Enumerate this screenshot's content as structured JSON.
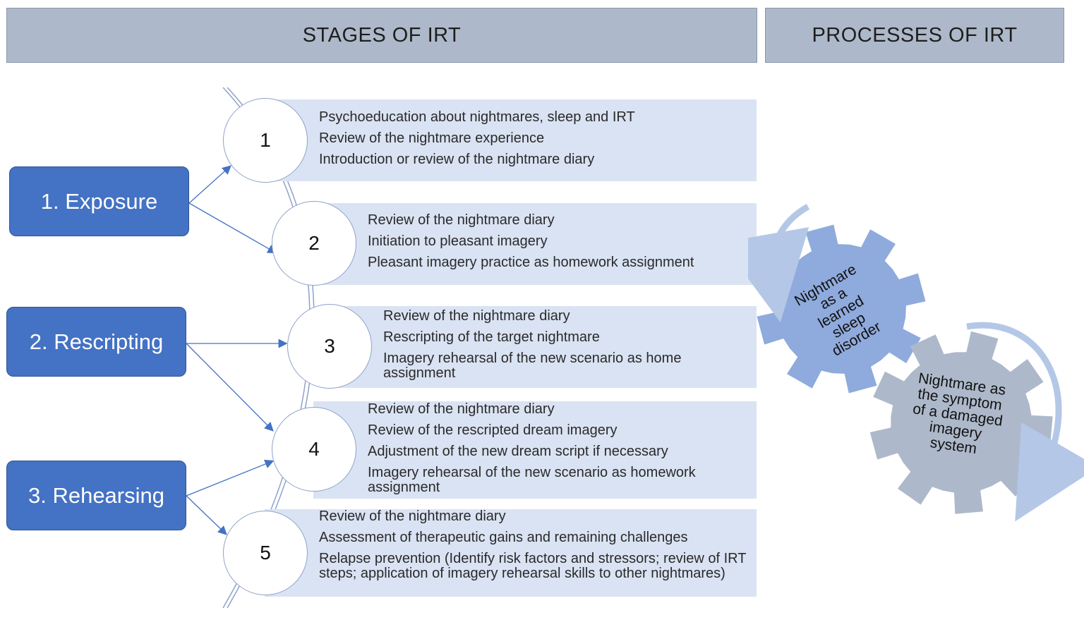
{
  "headers": {
    "stages": "STAGES OF IRT",
    "processes": "PROCESSES OF IRT"
  },
  "stages": [
    {
      "label": "1. Exposure"
    },
    {
      "label": "2. Rescripting"
    },
    {
      "label": "3. Rehearsing"
    }
  ],
  "steps": [
    {
      "number": "1",
      "items": [
        "Psychoeducation about nightmares, sleep and IRT",
        "Review of the nightmare experience",
        "Introduction or review of the nightmare diary"
      ]
    },
    {
      "number": "2",
      "items": [
        "Review of the nightmare diary",
        "Initiation to pleasant imagery",
        "Pleasant imagery practice as homework assignment"
      ]
    },
    {
      "number": "3",
      "items": [
        "Review of the nightmare diary",
        "Rescripting of the target nightmare",
        "Imagery rehearsal of the new scenario as home assignment"
      ]
    },
    {
      "number": "4",
      "items": [
        "Review of the nightmare diary",
        "Review of the rescripted dream imagery",
        "Adjustment of the new dream script if necessary",
        "Imagery rehearsal of the new scenario as homework assignment"
      ]
    },
    {
      "number": "5",
      "items": [
        "Review of the nightmare diary",
        "Assessment of therapeutic gains and remaining challenges",
        "Relapse prevention (Identify risk factors and stressors; review of IRT steps; application of imagery rehearsal skills to other nightmares)"
      ]
    }
  ],
  "processes": {
    "blue_gear": [
      "Nightmare",
      "as a",
      "learned",
      "sleep",
      "disorder"
    ],
    "grey_gear": [
      "Nightmare as",
      "the symptom",
      "of a damaged",
      "imagery",
      "system"
    ]
  },
  "colors": {
    "header_bg": "#adb9ca",
    "stage_bg": "#4472c4",
    "panel_bg": "#dae3f3",
    "blue_gear": "#8faadc",
    "grey_gear": "#adb9ca",
    "arrow": "#4472c4"
  }
}
